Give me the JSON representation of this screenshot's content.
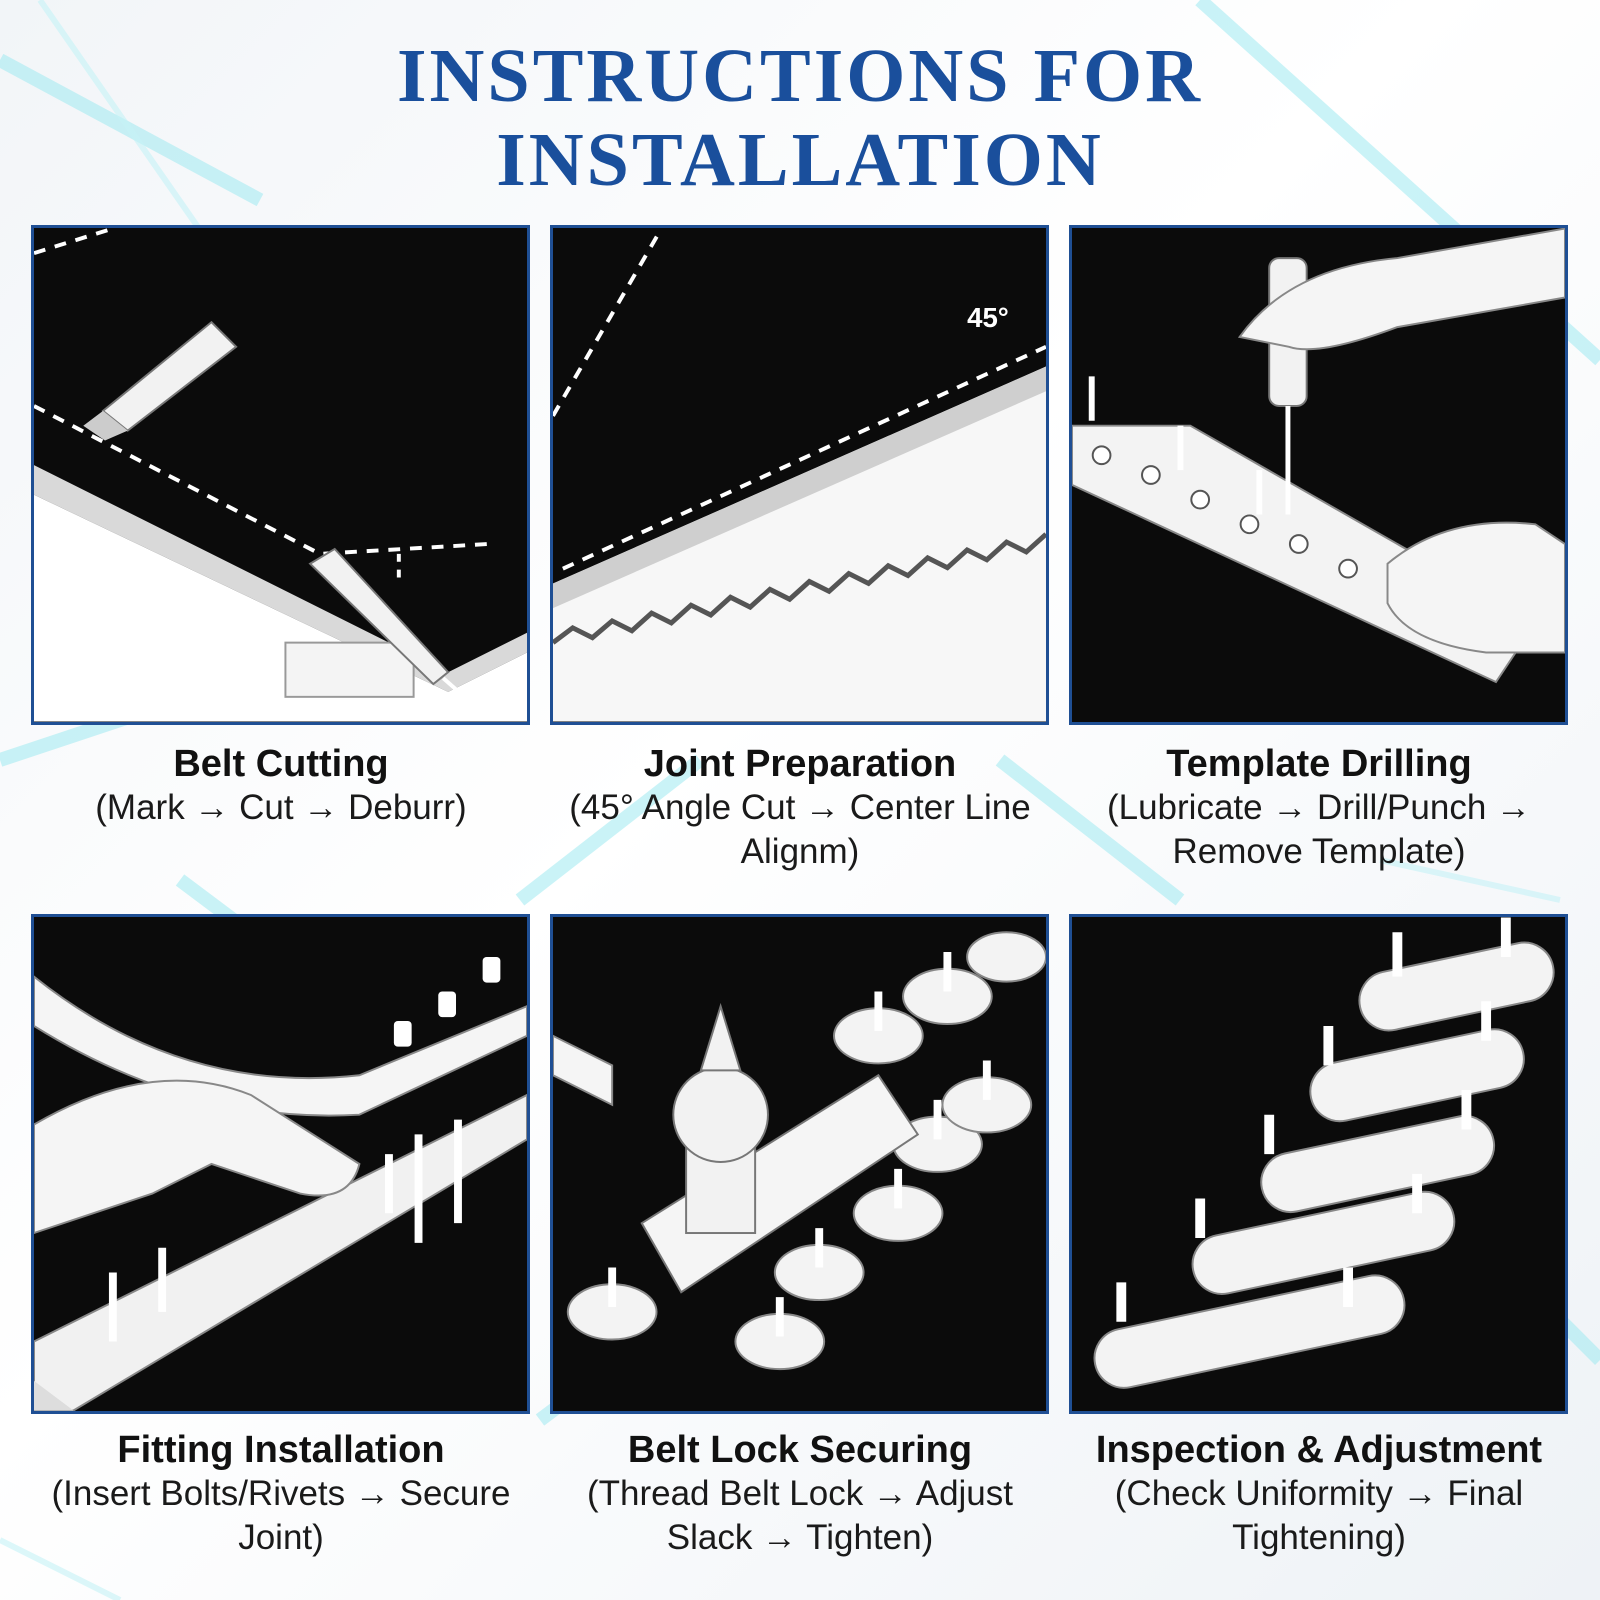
{
  "title": {
    "line1": "INSTRUCTIONS FOR",
    "line2": "INSTALLATION"
  },
  "steps": [
    {
      "title": "Belt Cutting",
      "desc": "(Mark → Cut → Deburr)"
    },
    {
      "title": "Joint Preparation",
      "desc": "(45° Angle Cut → Center Line Alignm)",
      "angle_label": "45°"
    },
    {
      "title": "Template Drilling",
      "desc": "(Lubricate → Drill/Punch → Remove Template)"
    },
    {
      "title": "Fitting Installation",
      "desc": "(Insert Bolts/Rivets → Secure Joint)"
    },
    {
      "title": "Belt Lock Securing",
      "desc": "(Thread Belt Lock → Adjust Slack → Tighten)"
    },
    {
      "title": "Inspection & Adjustment",
      "desc": "(Check Uniformity → Final Tightening)"
    }
  ],
  "colors": {
    "title": "#1a4f9c",
    "panel_border": "#1f4f94",
    "panel_bg": "#0b0b0b",
    "accent_streak": "#7fe3ec"
  }
}
